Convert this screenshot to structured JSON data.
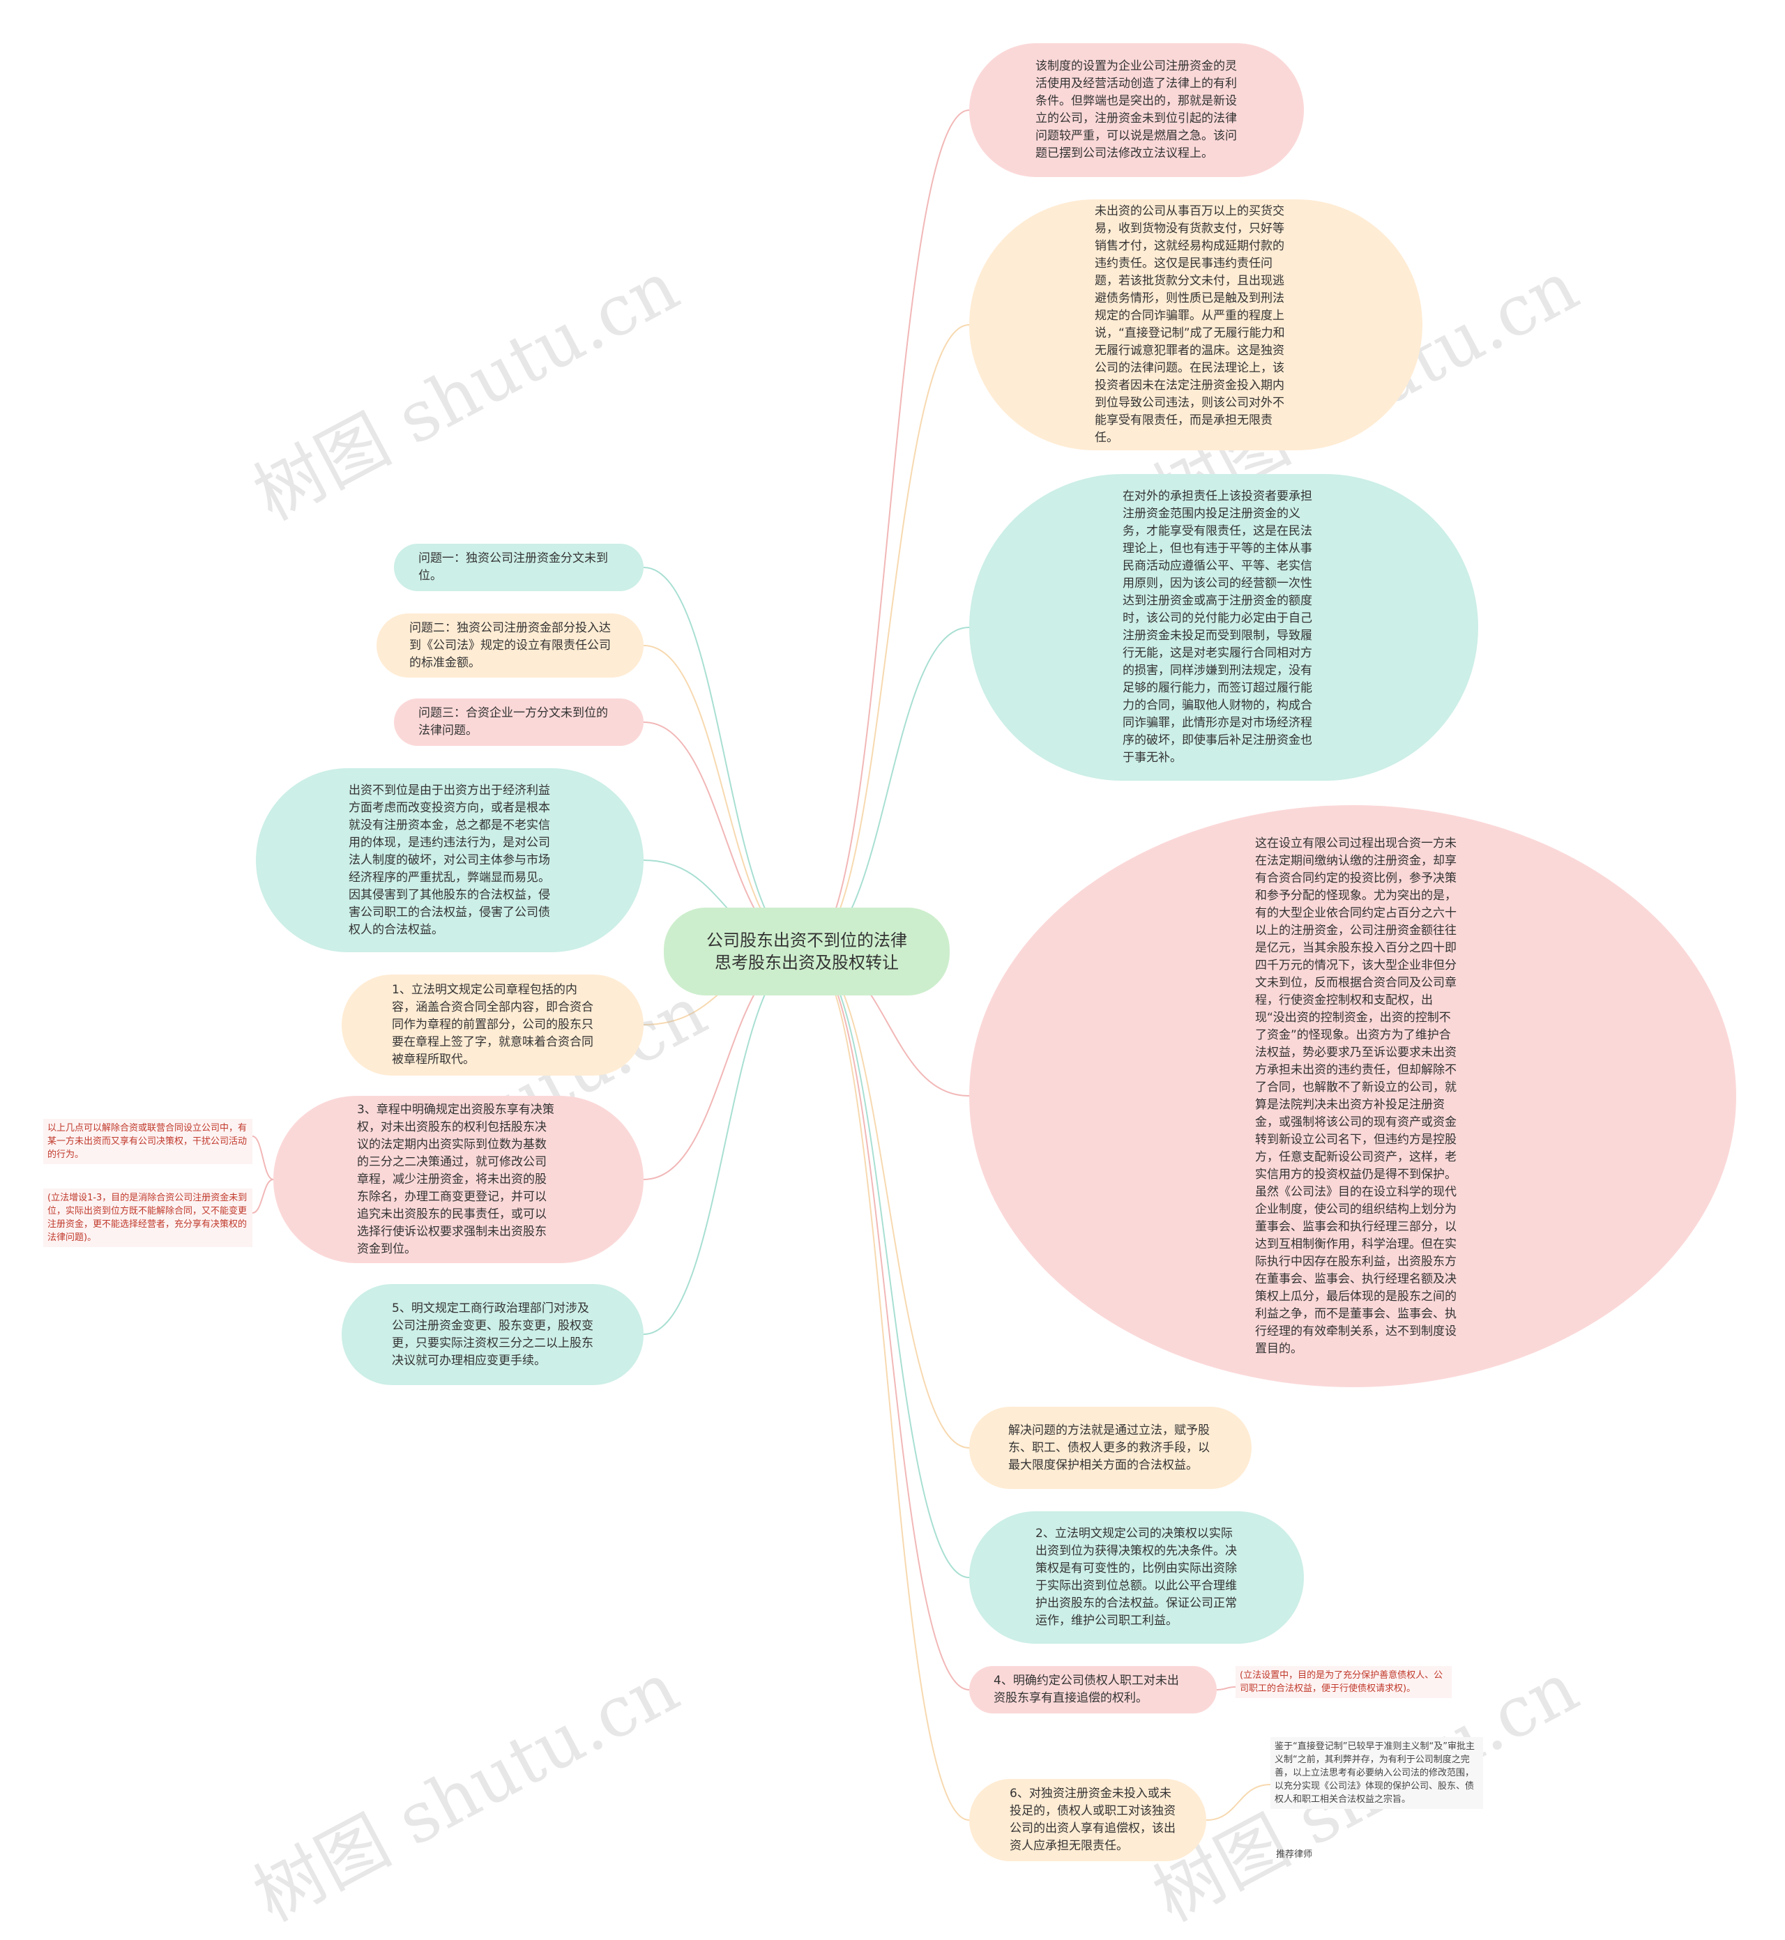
{
  "center": "公司股东出资不到位的法律思考股东出资及股权转让",
  "right_nodes": [
    "该制度的设置为企业公司注册资金的灵活使用及经营活动创造了法律上的有利条件。但弊端也是突出的，那就是新设立的公司，注册资金未到位引起的法律问题较严重，可以说是燃眉之急。该问题已摆到公司法修改立法议程上。",
    "未出资的公司从事百万以上的买货交易，收到货物没有货款支付，只好等销售才付，这就经易构成延期付款的违约责任。这仅是民事违约责任问题，若该批货款分文未付，且出现逃避债务情形，则性质已是触及到刑法规定的合同诈骗罪。从严重的程度上说，“直接登记制”成了无履行能力和无履行诚意犯罪者的温床。这是独资公司的法律问题。在民法理论上，该投资者因未在法定注册资金投入期内到位导致公司违法，则该公司对外不能享受有限责任，而是承担无限责任。",
    "在对外的承担责任上该投资者要承担注册资金范围内投足注册资金的义务，才能享受有限责任，这是在民法理论上，但也有违于平等的主体从事民商活动应遵循公平、平等、老实信用原则，因为该公司的经营额一次性达到注册资金或高于注册资金的额度时，该公司的兑付能力必定由于自己注册资金未投足而受到限制，导致履行无能，这是对老实履行合同相对方的损害，同样涉嫌到刑法规定，没有足够的履行能力，而签订超过履行能力的合同，骗取他人财物的，构成合同诈骗罪，此情形亦是对市场经济程序的破坏，即使事后补足注册资金也于事无补。",
    "这在设立有限公司过程出现合资一方未在法定期间缴纳认缴的注册资金，却享有合资合同约定的投资比例，参予决策和参予分配的怪现象。尤为突出的是，有的大型企业依合同约定占百分之六十以上的注册资金，公司注册资金额往往是亿元，当其余股东投入百分之四十即四千万元的情况下，该大型企业非但分文未到位，反而根据合资合同及公司章程，行使资金控制权和支配权，出现“没出资的控制资金，出资的控制不了资金”的怪现象。出资方为了维护合法权益，势必要求乃至诉讼要求未出资方承担未出资的违约责任，但却解除不了合同，也解散不了新设立的公司，就算是法院判决未出资方补投足注册资金，或强制将该公司的现有资产或资金转到新设立公司名下，但违约方是控股方，任意支配新设公司资产，这样，老实信用方的投资权益仍是得不到保护。虽然《公司法》目的在设立科学的现代企业制度，使公司的组织结构上划分为董事会、监事会和执行经理三部分，以达到互相制衡作用，科学治理。但在实际执行中因存在股东利益，出资股东方在董事会、监事会、执行经理名额及决策权上瓜分，最后体现的是股东之间的利益之争，而不是董事会、监事会、执行经理的有效牵制关系，达不到制度设置目的。",
    "解决问题的方法就是通过立法，赋予股东、职工、债权人更多的救济手段，以最大限度保护相关方面的合法权益。",
    "2、立法明文规定公司的决策权以实际出资到位为获得决策权的先决条件。决策权是有可变性的，比例由实际出资除于实际出资到位总额。以此公平合理维护出资股东的合法权益。保证公司正常运作，维护公司职工利益。",
    "4、明确约定公司债权人职工对未出资股东享有直接追偿的权利。",
    "6、对独资注册资金未投入或未投足的，债权人或职工对该独资公司的出资人享有追偿权，该出资人应承担无限责任。"
  ],
  "left_nodes": [
    "问题一：独资公司注册资金分文未到位。",
    "问题二：独资公司注册资金部分投入达到《公司法》规定的设立有限责任公司的标准金额。",
    "问题三：合资企业一方分文未到位的法律问题。",
    "出资不到位是由于出资方出于经济利益方面考虑而改变投资方向，或者是根本就没有注册资本金，总之都是不老实信用的体现，是违约违法行为，是对公司法人制度的破坏，对公司主体参与市场经济程序的严重扰乱，弊端显而易见。因其侵害到了其他股东的合法权益，侵害公司职工的合法权益，侵害了公司债权人的合法权益。",
    "1、立法明文规定公司章程包括的内容，涵盖合资合同全部内容，即合资合同作为章程的前置部分，公司的股东只要在章程上签了字，就意味着合资合同被章程所取代。",
    "3、章程中明确规定出资股东享有决策权，对未出资股东的权利包括股东决议的法定期内出资实际到位数为基数的三分之二决策通过，就可修改公司章程，减少注册资金，将未出资的股东除名，办理工商变更登记，并可以追究未出资股东的民事责任，或可以选择行使诉讼权要求强制未出资股东资金到位。",
    "5、明文规定工商行政治理部门对涉及公司注册资金变更、股东变更，股权变更，只要实际注资权三分之二以上股东决议就可办理相应变更手续。"
  ],
  "notes": {
    "left_1": "以上几点可以解除合资或联营合同设立公司中，有某一方未出资而又享有公司决策权，干扰公司活动的行为。",
    "left_2": "(立法增设1-3，目的是消除合资公司注册资金未到位，实际出资到位方既不能解除合同，又不能变更注册资金，更不能选择经营者，充分享有决策权的法律问题)。",
    "right_4": "(立法设置中，目的是为了充分保护善意债权人、公司职工的合法权益，便于行使债权请求权)。",
    "right_6": "鉴于“直接登记制”已较早于准则主义制“及”审批主义制“之前，其利弊并存，为有利于公司制度之完善，以上立法思考有必要纳入公司法的修改范围，以充分实现《公司法》体现的保护公司、股东、债权人和职工相关合法权益之宗旨。",
    "lawyer": "推荐律师"
  },
  "watermark": "树图 shutu.cn",
  "colors": {
    "pink": "#fbd8d8",
    "peach": "#ffecd4",
    "teal": "#ccefe7",
    "green": "#cdeecd",
    "note_red": "#c0392b"
  }
}
